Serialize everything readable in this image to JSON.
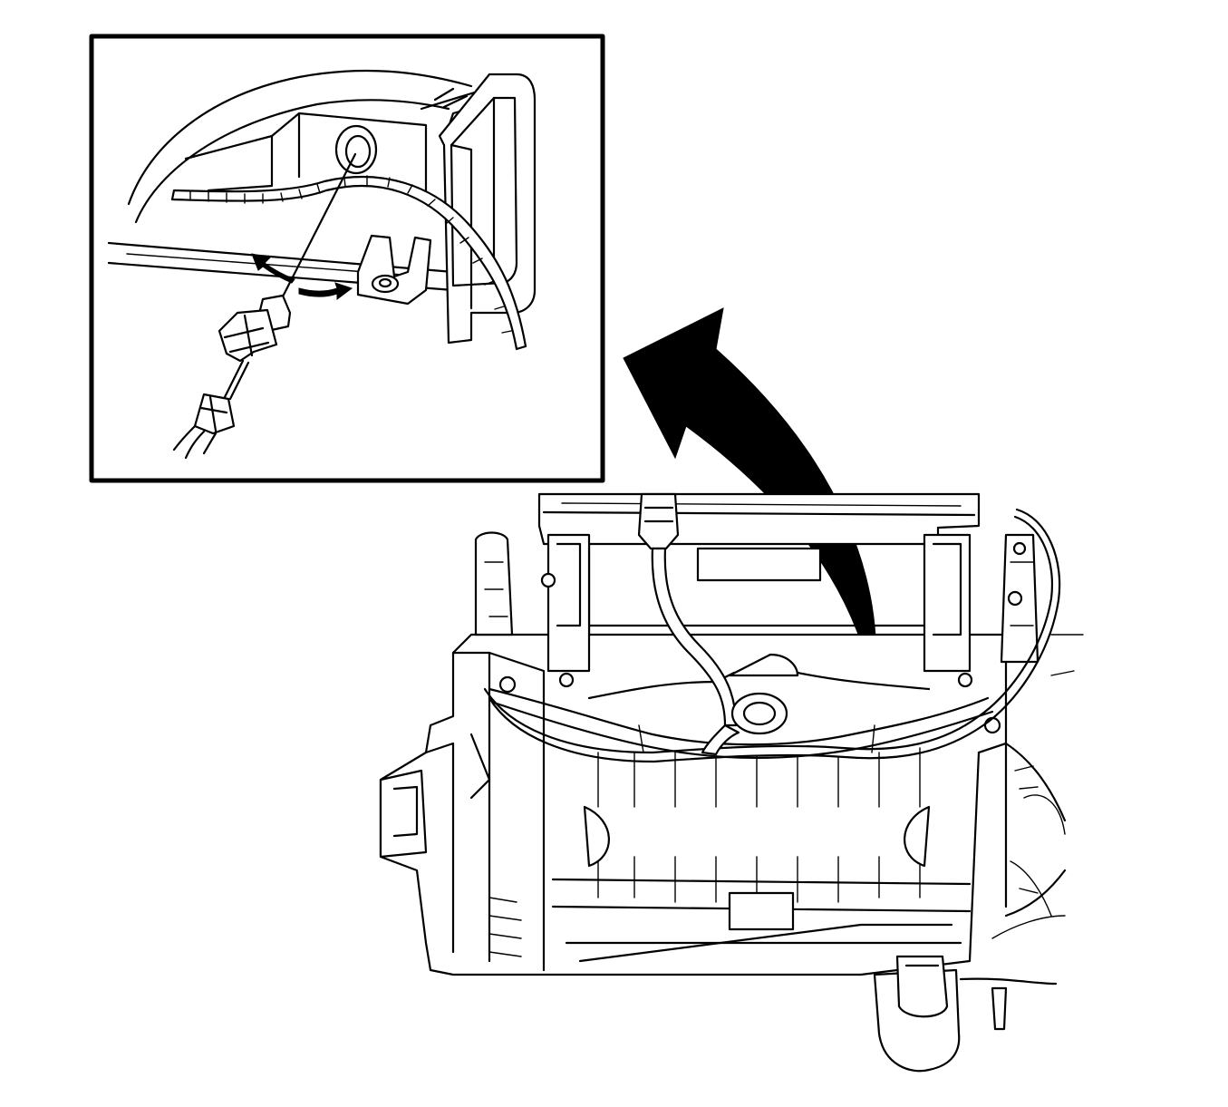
{
  "diagram": {
    "colors": {
      "line": "#000000",
      "background": "#ffffff"
    },
    "elements": [
      "detail-inset",
      "sensor-connector",
      "wire-harness-loom",
      "rotation-arrows",
      "transition-arrow",
      "hvac-module-housing",
      "module-connector"
    ]
  }
}
